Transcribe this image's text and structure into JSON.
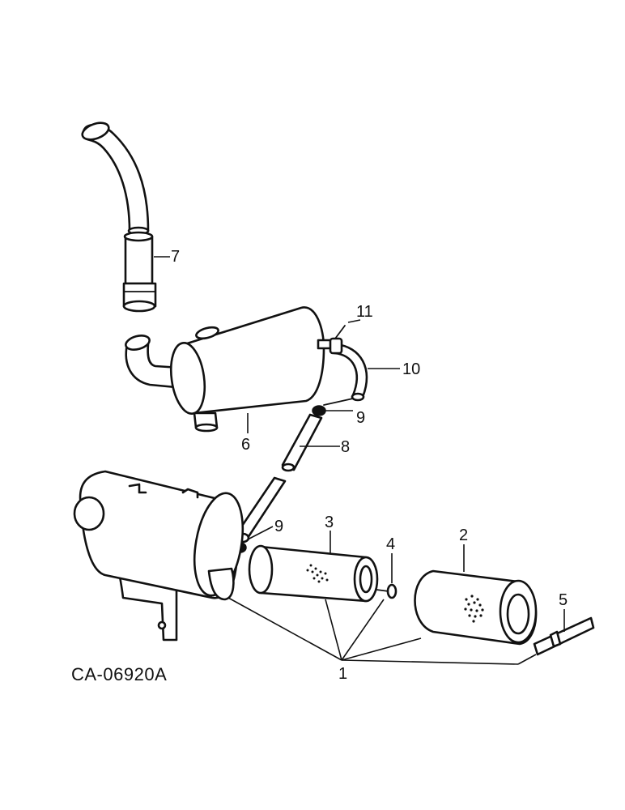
{
  "figure": {
    "reference_code": "CA-06920A",
    "callouts": {
      "c1": "1",
      "c2": "2",
      "c3": "3",
      "c4": "4",
      "c5": "5",
      "c6": "6",
      "c7": "7",
      "c8": "8",
      "c9a": "9",
      "c9b": "9",
      "c10": "10",
      "c11": "11"
    }
  }
}
